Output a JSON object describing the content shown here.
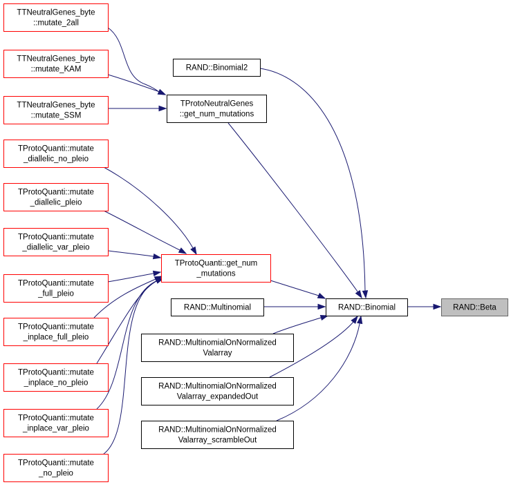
{
  "nodes": {
    "rand_beta": {
      "lines": [
        "RAND::Beta"
      ],
      "style": "focus"
    },
    "rand_binomial": {
      "lines": [
        "RAND::Binomial"
      ],
      "style": "normal"
    },
    "rand_binomial2": {
      "lines": [
        "RAND::Binomial2"
      ],
      "style": "normal"
    },
    "rand_multinomial": {
      "lines": [
        "RAND::Multinomial"
      ],
      "style": "normal"
    },
    "rand_mn_valarray": {
      "lines": [
        "RAND::MultinomialOnNormalized",
        "Valarray"
      ],
      "style": "normal"
    },
    "rand_mn_expanded": {
      "lines": [
        "RAND::MultinomialOnNormalized",
        "Valarray_expandedOut"
      ],
      "style": "normal"
    },
    "rand_mn_scramble": {
      "lines": [
        "RAND::MultinomialOnNormalized",
        "Valarray_scrambleOut"
      ],
      "style": "normal"
    },
    "tpng_get_num": {
      "lines": [
        "TProtoNeutralGenes",
        "::get_num_mutations"
      ],
      "style": "normal"
    },
    "tpq_get_num": {
      "lines": [
        "TProtoQuanti::get_num",
        "_mutations"
      ],
      "style": "red"
    },
    "ttng_mutate_2all": {
      "lines": [
        "TTNeutralGenes_byte",
        "::mutate_2all"
      ],
      "style": "red"
    },
    "ttng_mutate_kam": {
      "lines": [
        "TTNeutralGenes_byte",
        "::mutate_KAM"
      ],
      "style": "red"
    },
    "ttng_mutate_ssm": {
      "lines": [
        "TTNeutralGenes_byte",
        "::mutate_SSM"
      ],
      "style": "red"
    },
    "tpq_diallelic_no_pleio": {
      "lines": [
        "TProtoQuanti::mutate",
        "_diallelic_no_pleio"
      ],
      "style": "red"
    },
    "tpq_diallelic_pleio": {
      "lines": [
        "TProtoQuanti::mutate",
        "_diallelic_pleio"
      ],
      "style": "red"
    },
    "tpq_diallelic_var_pleio": {
      "lines": [
        "TProtoQuanti::mutate",
        "_diallelic_var_pleio"
      ],
      "style": "red"
    },
    "tpq_full_pleio": {
      "lines": [
        "TProtoQuanti::mutate",
        "_full_pleio"
      ],
      "style": "red"
    },
    "tpq_inplace_full_pleio": {
      "lines": [
        "TProtoQuanti::mutate",
        "_inplace_full_pleio"
      ],
      "style": "red"
    },
    "tpq_inplace_no_pleio": {
      "lines": [
        "TProtoQuanti::mutate",
        "_inplace_no_pleio"
      ],
      "style": "red"
    },
    "tpq_inplace_var_pleio": {
      "lines": [
        "TProtoQuanti::mutate",
        "_inplace_var_pleio"
      ],
      "style": "red"
    },
    "tpq_no_pleio": {
      "lines": [
        "TProtoQuanti::mutate",
        "_no_pleio"
      ],
      "style": "red"
    }
  },
  "edges": [
    [
      "rand_binomial",
      "rand_beta"
    ],
    [
      "rand_binomial2",
      "rand_binomial"
    ],
    [
      "tpng_get_num",
      "rand_binomial"
    ],
    [
      "tpq_get_num",
      "rand_binomial"
    ],
    [
      "rand_multinomial",
      "rand_binomial"
    ],
    [
      "rand_mn_valarray",
      "rand_binomial"
    ],
    [
      "rand_mn_expanded",
      "rand_binomial"
    ],
    [
      "rand_mn_scramble",
      "rand_binomial"
    ],
    [
      "ttng_mutate_2all",
      "tpng_get_num"
    ],
    [
      "ttng_mutate_kam",
      "tpng_get_num"
    ],
    [
      "ttng_mutate_ssm",
      "tpng_get_num"
    ],
    [
      "tpq_diallelic_no_pleio",
      "tpq_get_num"
    ],
    [
      "tpq_diallelic_pleio",
      "tpq_get_num"
    ],
    [
      "tpq_diallelic_var_pleio",
      "tpq_get_num"
    ],
    [
      "tpq_full_pleio",
      "tpq_get_num"
    ],
    [
      "tpq_inplace_full_pleio",
      "tpq_get_num"
    ],
    [
      "tpq_inplace_no_pleio",
      "tpq_get_num"
    ],
    [
      "tpq_inplace_var_pleio",
      "tpq_get_num"
    ],
    [
      "tpq_no_pleio",
      "tpq_get_num"
    ]
  ],
  "colors": {
    "edge": "#191970",
    "normal_border": "#000000",
    "red_border": "#ff0000",
    "focus_fill": "#bfbfbf",
    "focus_border": "#666666",
    "text": "#000000"
  }
}
